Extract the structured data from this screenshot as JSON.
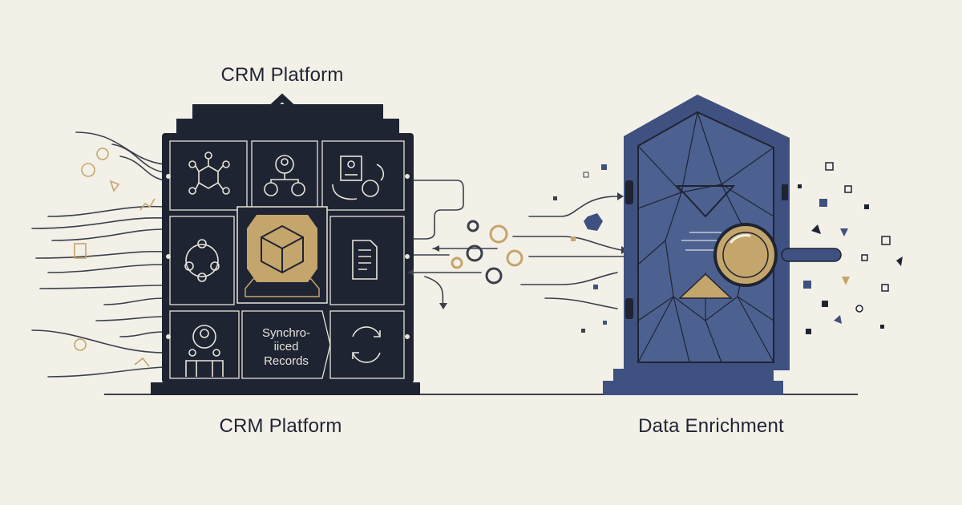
{
  "labels": {
    "top_title": "CRM Platform",
    "bottom_left": "CRM Platform",
    "bottom_right": "Data Enrichment"
  },
  "crm_building": {
    "center_cell_lines": [
      "Synchro-",
      "iiced",
      "Records"
    ]
  },
  "colors": {
    "background": "#f3f0e8",
    "navy": "#1f2433",
    "slate_blue": "#3f5180",
    "gold": "#c4a56b",
    "line_grey": "#3b3f4a"
  },
  "icons": {
    "cells": [
      "network-hub-icon",
      "team-hierarchy-icon",
      "contact-card-sync-icon",
      "people-circle-icon",
      "cube-core-icon",
      "document-icon",
      "presenter-team-icon",
      "refresh-cycle-icon"
    ],
    "gateway": [
      "crystal-portal-icon",
      "magnifying-glass-icon",
      "hourglass-funnel-icon"
    ],
    "flow": [
      "gear-icon",
      "hexagon-icon",
      "particle-square-icon"
    ]
  }
}
